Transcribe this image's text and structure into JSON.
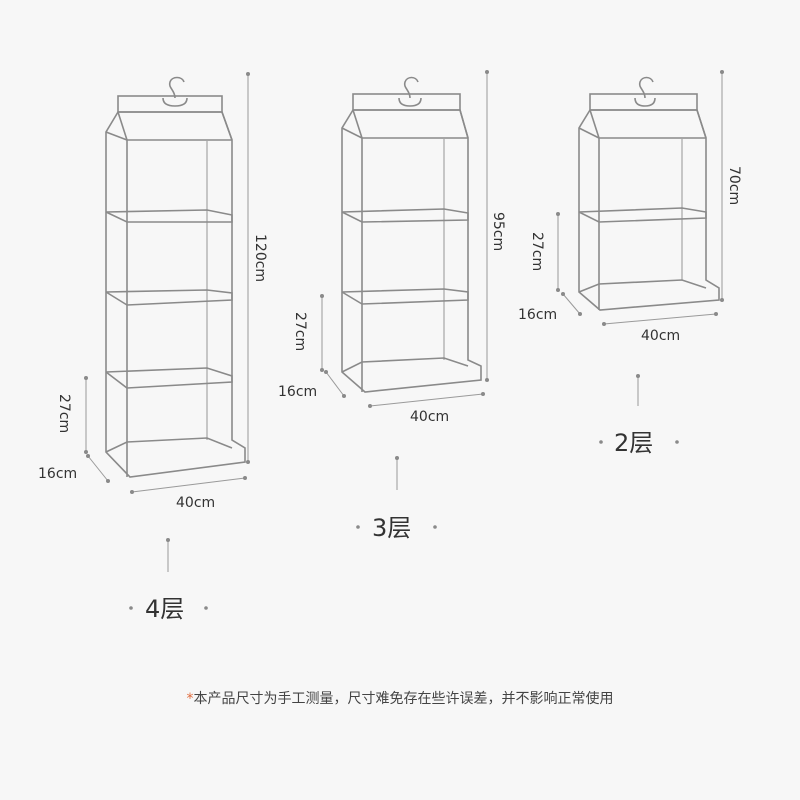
{
  "dimensions": {
    "height_4": "120cm",
    "height_3": "95cm",
    "height_2": "70cm",
    "shelf_height": "27cm",
    "depth": "16cm",
    "width": "40cm"
  },
  "labels": {
    "tier_4": "4层",
    "tier_3": "3层",
    "tier_2": "2层"
  },
  "footnote": {
    "star": "*",
    "text": "本产品尺寸为手工测量，尺寸难免存在些许误差，并不影响正常使用"
  },
  "colors": {
    "line": "#8a8a8a",
    "background": "#f7f7f7",
    "accent": "#e06a3c"
  }
}
